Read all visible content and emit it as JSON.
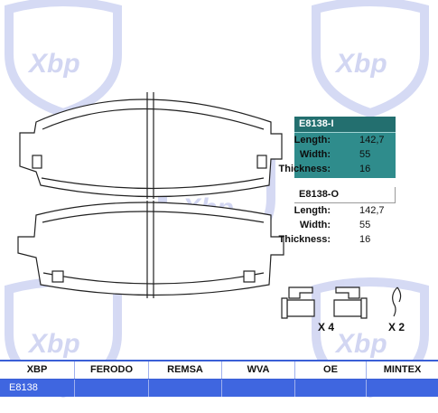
{
  "watermark": {
    "text": "Xbp",
    "color": "#c7cdf0"
  },
  "spec_inner": {
    "code": "E8138-I",
    "length_label": "Length:",
    "length": "142,7",
    "width_label": "Width:",
    "width": "55",
    "thickness_label": "Thickness:",
    "thickness": "16",
    "bg": "#2f8c8c"
  },
  "spec_outer": {
    "code": "E8138-O",
    "length_label": "Length:",
    "length": "142,7",
    "width_label": "Width:",
    "width": "55",
    "thickness_label": "Thickness:",
    "thickness": "16"
  },
  "accessories": {
    "clip_qty": "X 4",
    "spring_qty": "X 2"
  },
  "table": {
    "headers": [
      "XBP",
      "FERODO",
      "REMSA",
      "WVA",
      "OE",
      "MINTEX"
    ],
    "row": [
      "E8138",
      "",
      "",
      "",
      "",
      ""
    ],
    "accent": "#3f66e0"
  }
}
